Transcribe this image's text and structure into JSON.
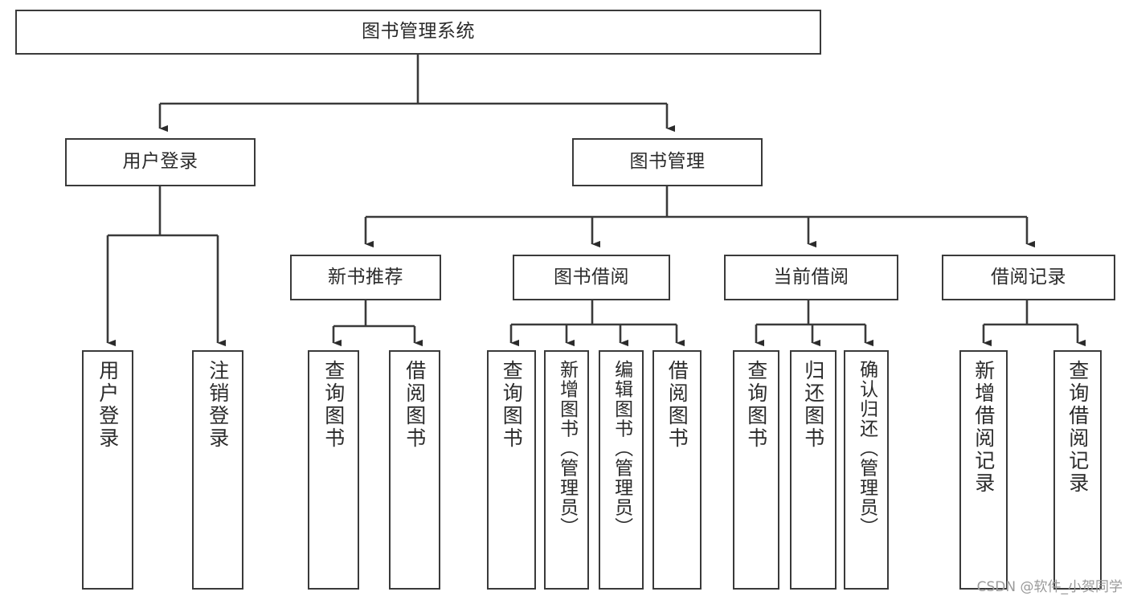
{
  "diagram": {
    "title": "图书管理系统",
    "type": "hierarchy-tree",
    "orientation": "top-down",
    "line_color": "#3a3a3a",
    "box_fill": "#ffffff",
    "text_color": "#2b2b2b",
    "levels": [
      {
        "level": 1,
        "nodes": [
          {
            "id": "root",
            "label": "图书管理系统",
            "text_flow": "horizontal"
          }
        ]
      },
      {
        "level": 2,
        "nodes": [
          {
            "id": "user-login",
            "label": "用户登录",
            "text_flow": "horizontal",
            "parent": "root"
          },
          {
            "id": "book-mgmt",
            "label": "图书管理",
            "text_flow": "horizontal",
            "parent": "root"
          }
        ]
      },
      {
        "level": 3,
        "nodes": [
          {
            "id": "new-book-rec",
            "label": "新书推荐",
            "text_flow": "horizontal",
            "parent": "book-mgmt"
          },
          {
            "id": "book-borrow",
            "label": "图书借阅",
            "text_flow": "horizontal",
            "parent": "book-mgmt"
          },
          {
            "id": "current-borrow",
            "label": "当前借阅",
            "text_flow": "horizontal",
            "parent": "book-mgmt"
          },
          {
            "id": "borrow-record",
            "label": "借阅记录",
            "text_flow": "horizontal",
            "parent": "book-mgmt"
          }
        ]
      },
      {
        "level": 4,
        "nodes": [
          {
            "id": "leaf-user-login",
            "label": "用户登录",
            "text_flow": "vertical",
            "parent": "user-login"
          },
          {
            "id": "leaf-logout",
            "label": "注销登录",
            "text_flow": "vertical",
            "parent": "user-login"
          },
          {
            "id": "leaf-query-book-1",
            "label": "查询图书",
            "text_flow": "vertical",
            "parent": "new-book-rec"
          },
          {
            "id": "leaf-borrow-book-1",
            "label": "借阅图书",
            "text_flow": "vertical",
            "parent": "new-book-rec"
          },
          {
            "id": "leaf-query-book-2",
            "label": "查询图书",
            "text_flow": "vertical",
            "parent": "book-borrow"
          },
          {
            "id": "leaf-add-book",
            "label": "新增图书（管理员）",
            "text_flow": "vertical",
            "parent": "book-borrow"
          },
          {
            "id": "leaf-edit-book",
            "label": "编辑图书（管理员）",
            "text_flow": "vertical",
            "parent": "book-borrow"
          },
          {
            "id": "leaf-borrow-book-2",
            "label": "借阅图书",
            "text_flow": "vertical",
            "parent": "book-borrow"
          },
          {
            "id": "leaf-query-book-3",
            "label": "查询图书",
            "text_flow": "vertical",
            "parent": "current-borrow"
          },
          {
            "id": "leaf-return-book",
            "label": "归还图书",
            "text_flow": "vertical",
            "parent": "current-borrow"
          },
          {
            "id": "leaf-confirm-return",
            "label": "确认归还（管理员）",
            "text_flow": "vertical",
            "parent": "current-borrow"
          },
          {
            "id": "leaf-add-record",
            "label": "新增借阅记录",
            "text_flow": "vertical",
            "parent": "borrow-record"
          },
          {
            "id": "leaf-query-record",
            "label": "查询借阅记录",
            "text_flow": "vertical",
            "parent": "borrow-record"
          }
        ]
      }
    ]
  },
  "watermark": {
    "text": "CSDN @软件_小贺同学"
  }
}
